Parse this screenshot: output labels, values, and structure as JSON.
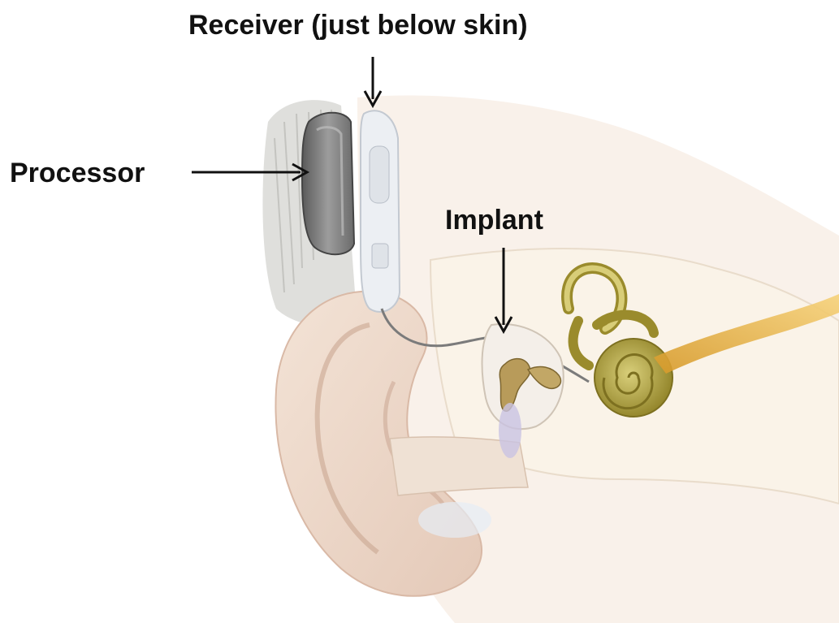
{
  "labels": {
    "receiver": "Receiver (just below skin)",
    "processor": "Processor",
    "implant": "Implant"
  },
  "colors": {
    "text": "#111111",
    "arrow": "#111111",
    "skin": "#f0dccf",
    "bone": "#f8efe2",
    "processor": "#7a7a7a",
    "cochlea": "#a99a3a",
    "nerve": "#e6b44a"
  }
}
